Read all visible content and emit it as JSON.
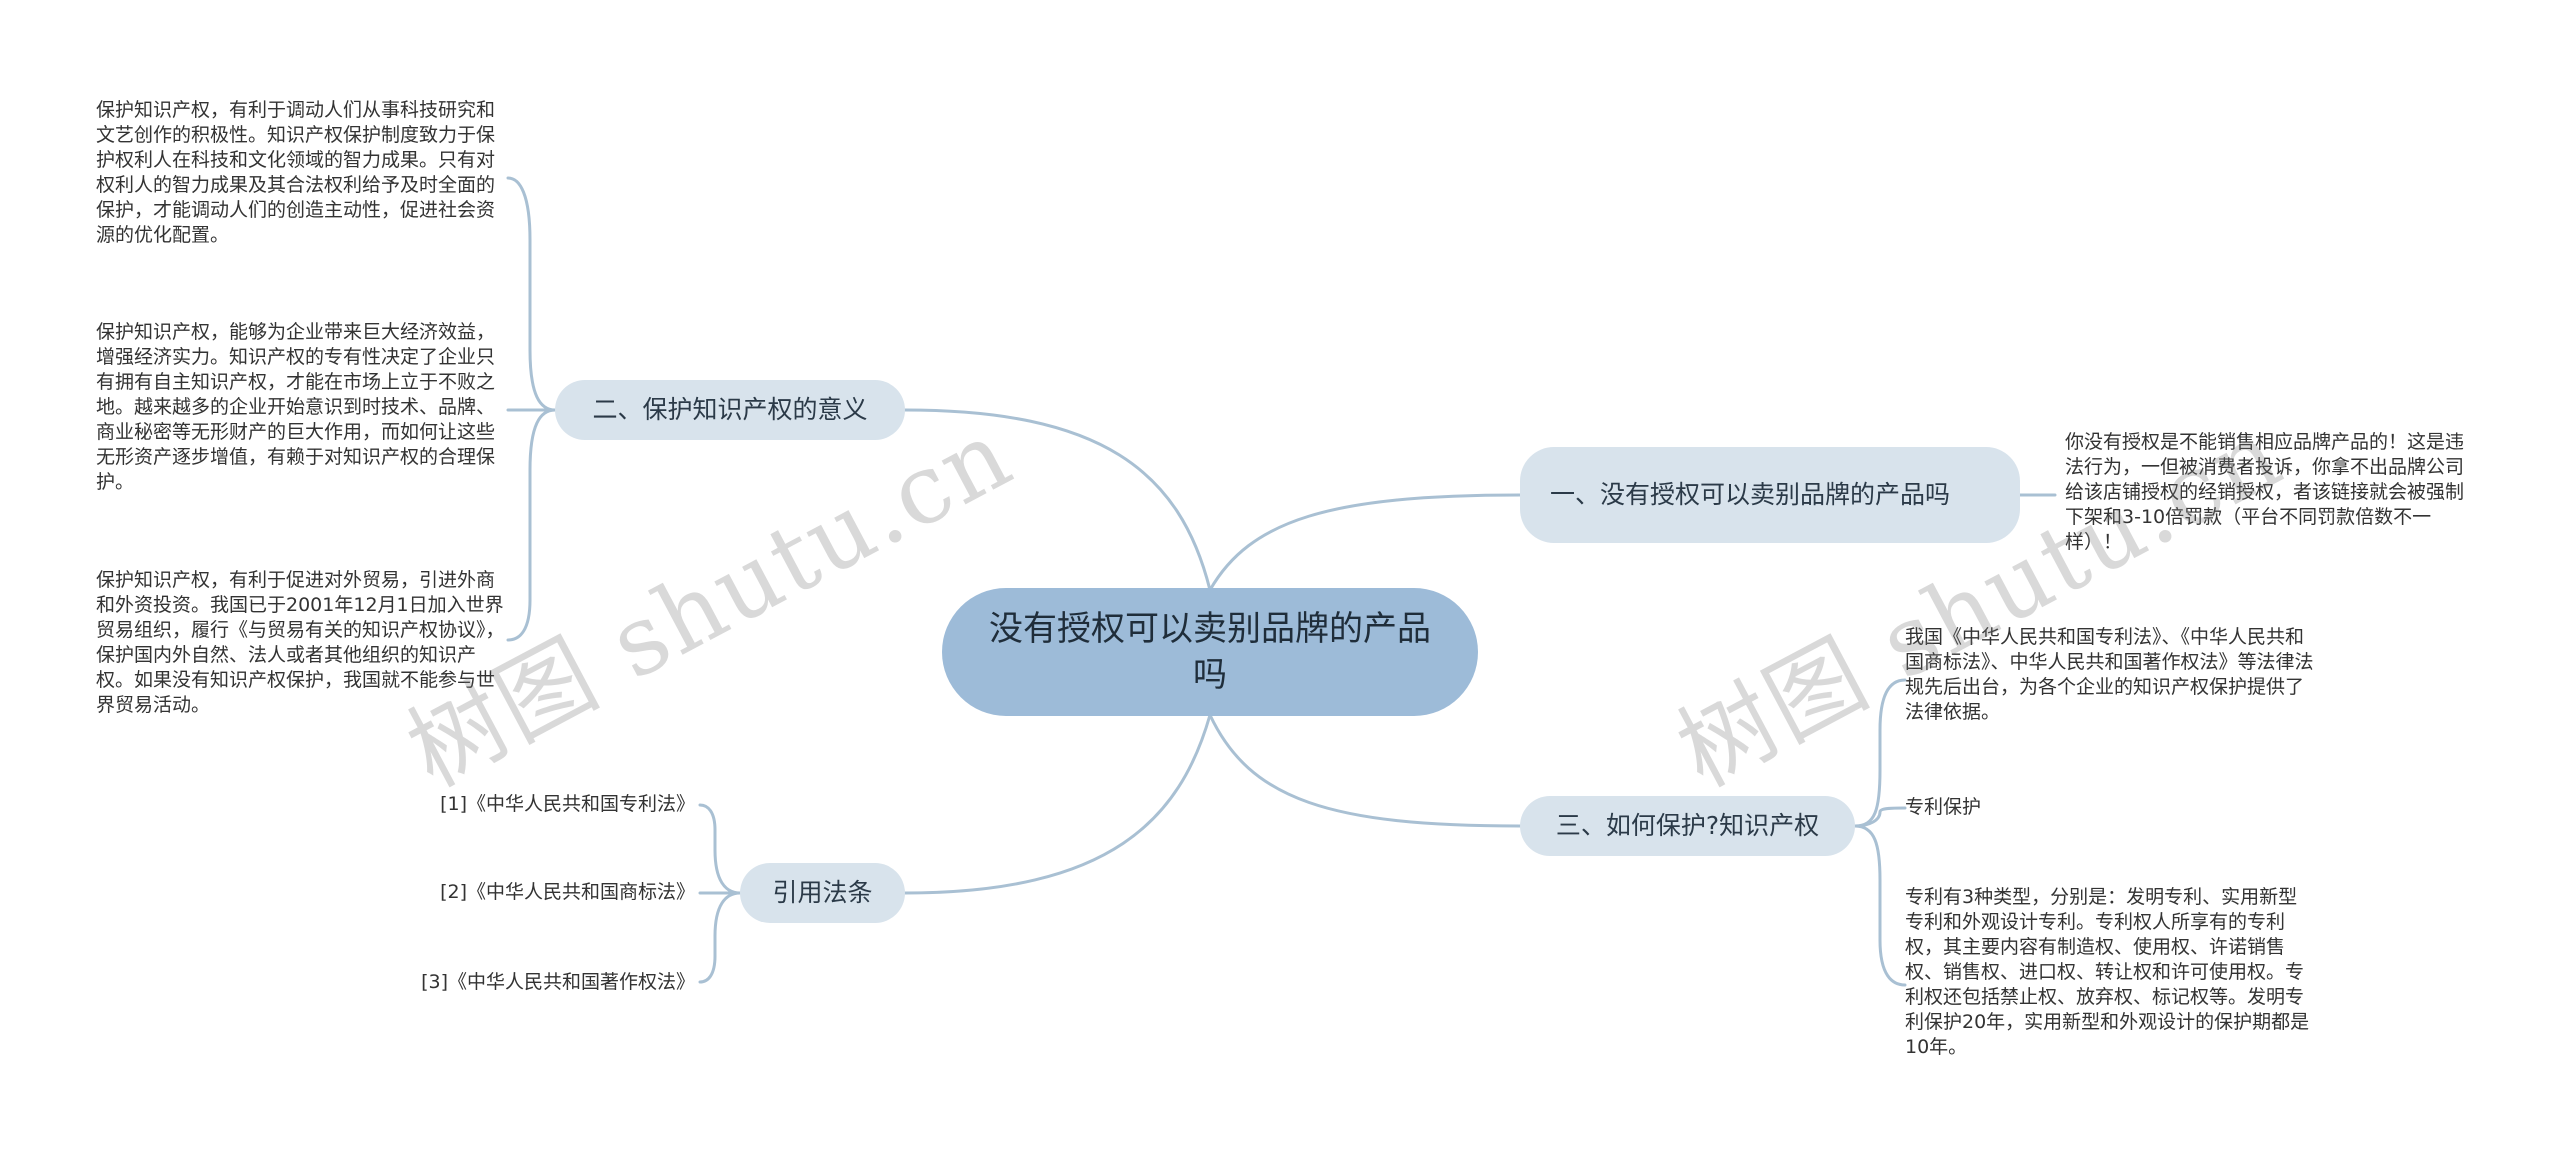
{
  "root": {
    "title": "没有授权可以卖别品牌的产品吗"
  },
  "branches": {
    "b1": {
      "label": "二、保护知识产权的意义",
      "leaves": [
        "保护知识产权，有利于调动人们从事科技研究和文艺创作的积极性。知识产权保护制度致力于保护权利人在科技和文化领域的智力成果。只有对权利人的智力成果及其合法权利给予及时全面的保护，才能调动人们的创造主动性，促进社会资源的优化配置。",
        "保护知识产权，能够为企业带来巨大经济效益，增强经济实力。知识产权的专有性决定了企业只有拥有自主知识产权，才能在市场上立于不败之地。越来越多的企业开始意识到时技术、品牌、商业秘密等无形财产的巨大作用，而如何让这些无形资产逐步增值，有赖于对知识产权的合理保护。",
        "保护知识产权，有利于促进对外贸易，引进外商和外资投资。我国已于2001年12月1日加入世界贸易组织，履行《与贸易有关的知识产权协议》，保护国内外自然、法人或者其他组织的知识产权。如果没有知识产权保护，我国就不能参与世界贸易活动。"
      ]
    },
    "b2": {
      "label": "引用法条",
      "leaves": [
        "[1]《中华人民共和国专利法》",
        "[2]《中华人民共和国商标法》",
        "[3]《中华人民共和国著作权法》"
      ]
    },
    "b3": {
      "label": "一、没有授权可以卖别品牌的产品吗",
      "leaves": [
        "你没有授权是不能销售相应品牌产品的！这是违法行为，一但被消费者投诉，你拿不出品牌公司给该店铺授权的经销授权，者该链接就会被强制下架和3-10倍罚款（平台不同罚款倍数不一样）！"
      ]
    },
    "b4": {
      "label": "三、如何保护?知识产权",
      "leaves": [
        "我国《中华人民共和国专利法》、《中华人民共和国商标法》、中华人民共和国著作权法》等法律法规先后出台，为各个企业的知识产权保护提供了法律依据。",
        "专利保护",
        "专利有3种类型，分别是：发明专利、实用新型专利和外观设计专利。专利权人所享有的专利权，其主要内容有制造权、使用权、许诺销售权、销售权、进口权、转让权和许可使用权。专利权还包括禁止权、放弃权、标记权等。发明专利保护20年，实用新型和外观设计的保护期都是10年。"
      ]
    }
  },
  "watermarks": [
    "树图 shutu.cn",
    "树图 shutu.cn"
  ],
  "colors": {
    "root_fill": "#9dbbd8",
    "branch_fill": "#d8e3ec",
    "connector": "#a9c0d3"
  }
}
